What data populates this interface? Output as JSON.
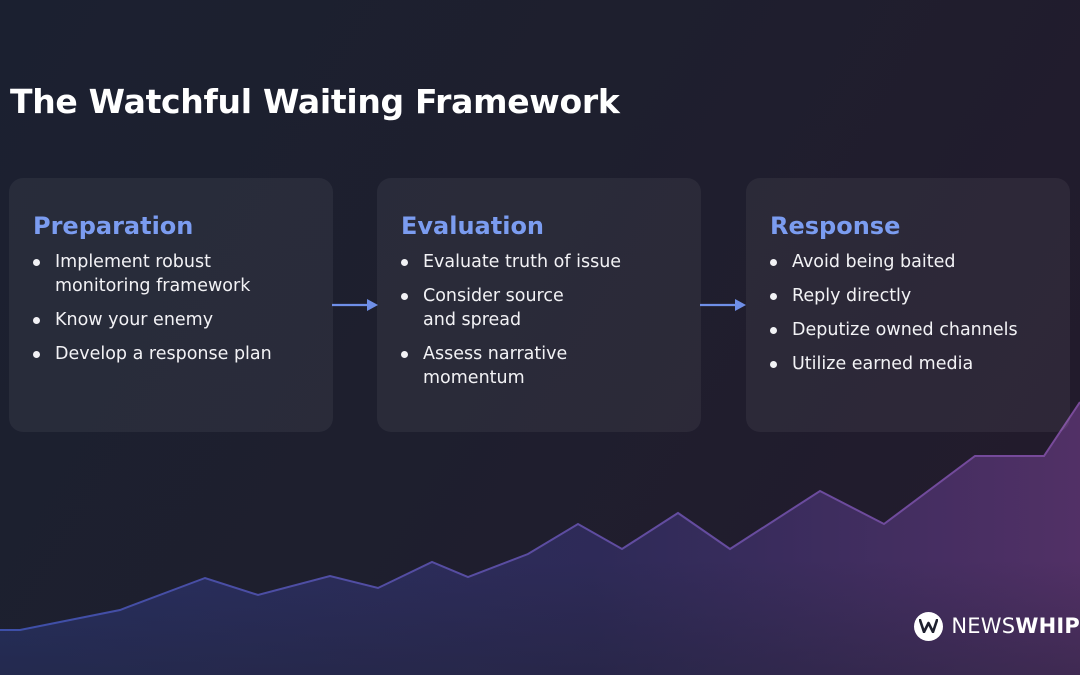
{
  "title": "The Watchful Waiting Framework",
  "cards": [
    {
      "heading": "Preparation",
      "items": [
        "Implement robust monitoring framework",
        "Know your enemy",
        "Develop a response plan"
      ]
    },
    {
      "heading": "Evaluation",
      "items": [
        "Evaluate truth of issue",
        "Consider source and spread",
        "Assess narrative momentum"
      ]
    },
    {
      "heading": "Response",
      "items": [
        "Avoid being baited",
        "Reply directly",
        "Deputize owned channels",
        "Utilize earned media"
      ]
    }
  ],
  "logo": {
    "text_light": "NEWS",
    "text_bold": "WHIP"
  },
  "colors": {
    "accent": "#7b9cf0",
    "arrow": "#6f8fe8"
  }
}
